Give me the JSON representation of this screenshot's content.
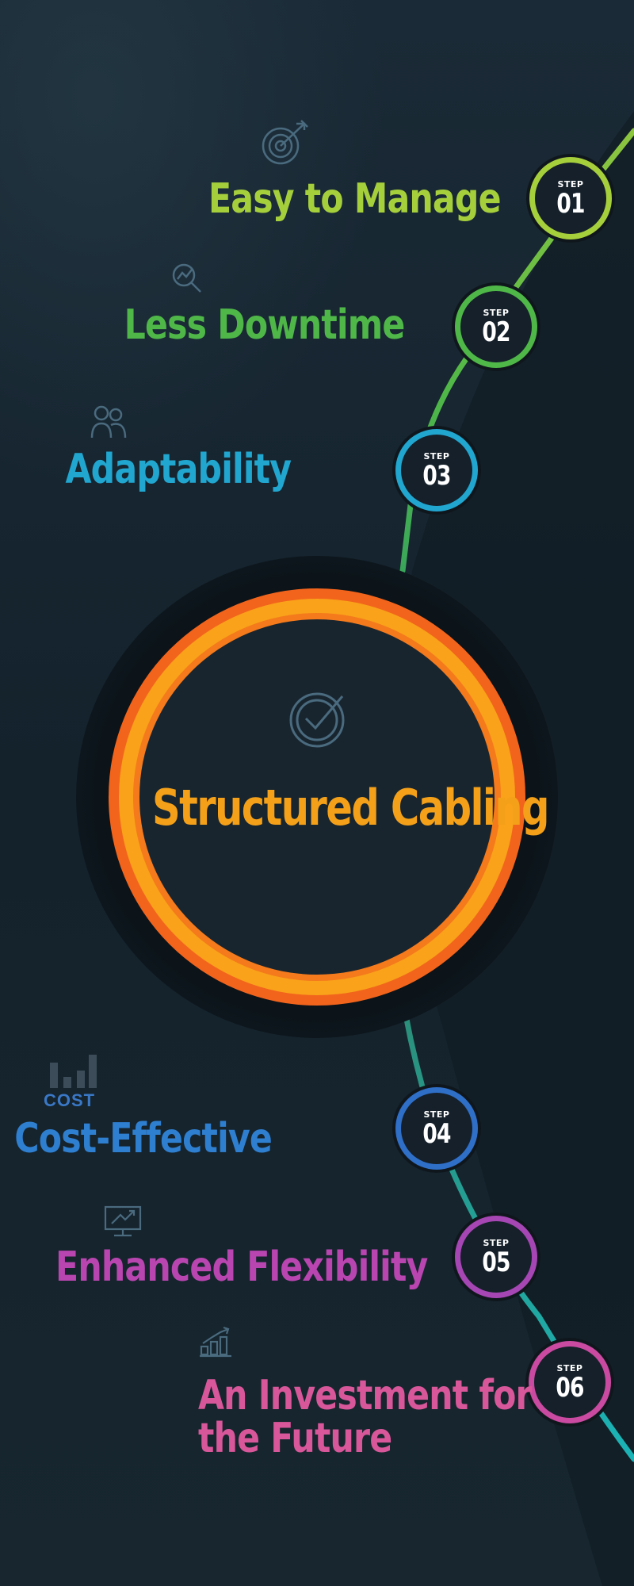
{
  "center": {
    "title": "Structured Cabling",
    "icon": "check-circle-icon"
  },
  "steps": [
    {
      "step_word": "STEP",
      "number": "01",
      "label": "Easy to Manage",
      "color": "#a6cf3c",
      "icon": "target-icon"
    },
    {
      "step_word": "STEP",
      "number": "02",
      "label": "Less Downtime",
      "color": "#4fb748",
      "icon": "search-chart-icon"
    },
    {
      "step_word": "STEP",
      "number": "03",
      "label": "Adaptability",
      "color": "#21a6d0",
      "icon": "users-icon"
    },
    {
      "step_word": "STEP",
      "number": "04",
      "label": "Cost-Effective",
      "color": "#2f7fd0",
      "icon": "cost-chart-icon",
      "icon_text": "COST"
    },
    {
      "step_word": "STEP",
      "number": "05",
      "label": "Enhanced Flexibility",
      "color": "#b945b0",
      "icon": "monitor-growth-icon"
    },
    {
      "step_word": "STEP",
      "number": "06",
      "label_line1": "An Investment for",
      "label_line2": "the Future",
      "color": "#d8579a",
      "icon": "bar-growth-icon"
    }
  ],
  "colors": {
    "ring_outer": "#f47a1c",
    "ring_inner": "#f9a21a",
    "title": "#f4a018",
    "badge_fill": "#15202a",
    "line_top": "#8ec63f",
    "line_bottom": "#1bb3b6"
  }
}
